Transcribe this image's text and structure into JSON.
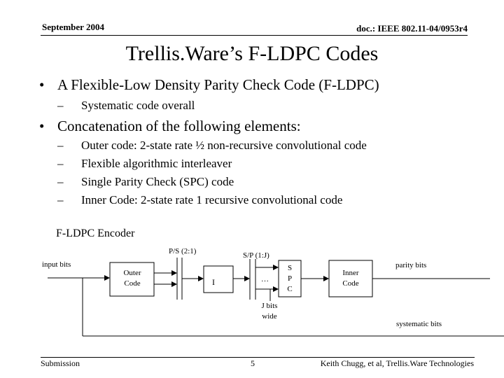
{
  "header": {
    "date": "September 2004",
    "doc_id": "doc.: IEEE 802.11-04/0953r4"
  },
  "slide": {
    "title": "Trellis.Ware’s F-LDPC Codes",
    "bullets": [
      {
        "text": "A Flexible-Low Density Parity Check Code (F-LDPC)",
        "sub": [
          "Systematic code overall"
        ]
      },
      {
        "text": "Concatenation of the following elements:",
        "sub": [
          "Outer code: 2-state rate ½ non-recursive convolutional code",
          "Flexible algorithmic interleaver",
          "Single Parity Check (SPC) code",
          "Inner Code: 2-state rate 1 recursive convolutional code"
        ]
      }
    ]
  },
  "diagram": {
    "caption": "F-LDPC Encoder",
    "input_label": "input bits",
    "outer_line1": "Outer",
    "outer_line2": "Code",
    "ps_label": "P/S (2:1)",
    "interleaver_label": "I",
    "sp_label": "S/P (1:J)",
    "ellipsis": "…",
    "spc_s": "S",
    "spc_p": "P",
    "spc_c": "C",
    "inner_line1": "Inner",
    "inner_line2": "Code",
    "parity_label": "parity bits",
    "jbits_line1": "J bits",
    "jbits_line2": "wide",
    "systematic_label": "systematic bits"
  },
  "footer": {
    "left": "Submission",
    "page": "5",
    "right": "Keith Chugg, et al, Trellis.Ware Technologies"
  }
}
